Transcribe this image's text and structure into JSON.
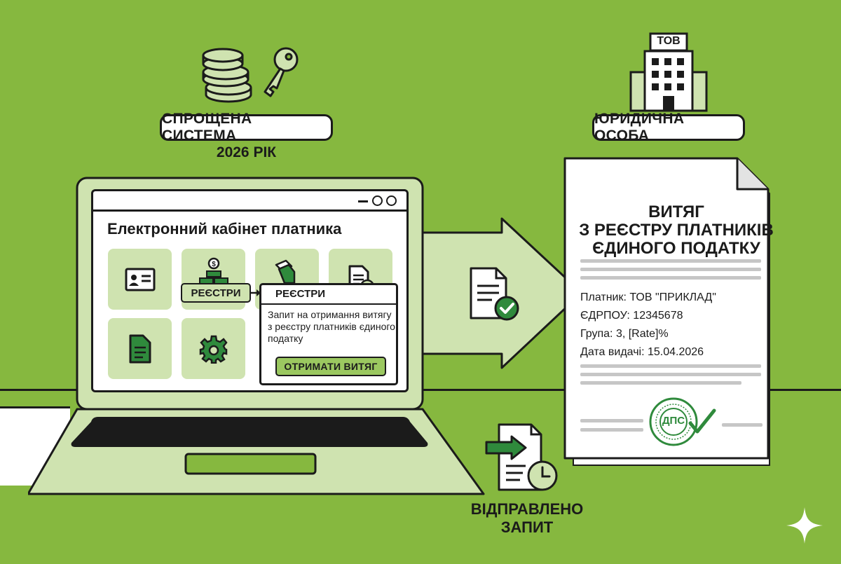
{
  "left_badge": {
    "label": "СПРОЩЕНА СИСТЕМА",
    "year": "2026 РІК"
  },
  "right_badge": {
    "label": "ЮРИДИЧНА ОСОБА",
    "building_sign": "ТОВ"
  },
  "cabinet": {
    "title": "Електронний кабінет платника",
    "registry_tab": "РЕЄСТРИ",
    "popup": {
      "header": "РЕЄСТРИ",
      "text": "Запит на отримання витягу з реєстру платників єдиного податку",
      "button": "ОТРИМАТИ ВИТЯГ"
    }
  },
  "document": {
    "title_line1": "ВИТЯГ",
    "title_line2": "З РЕЄСТРУ ПЛАТНИКІВ",
    "title_line3": "ЄДИНОГО ПОДАТКУ",
    "payer": "Платник: ТОВ \"ПРИКЛАД\"",
    "edrpou": "ЄДРПОУ: 12345678",
    "group": "Група: 3, [Rate]%",
    "issue_date": "Дата видачі: 15.04.2026",
    "stamp": "ДПС"
  },
  "status": {
    "line1": "ВІДПРАВЛЕНО",
    "line2": "ЗАПИТ"
  },
  "icons": [
    "coins-icon",
    "key-icon",
    "building-icon",
    "id-card-icon",
    "coins-stack-icon",
    "registry-folder-icon",
    "document-cancel-icon",
    "document-icon",
    "gear-icon",
    "document-check-icon",
    "send-document-clock-icon",
    "stamp-icon",
    "sparkle-icon"
  ],
  "colors": {
    "background": "#86b83f",
    "tile": "#cfe3b0",
    "laptop": "#cfe3b0",
    "accent_green": "#2f8a3c",
    "outline": "#1b1b1b"
  }
}
